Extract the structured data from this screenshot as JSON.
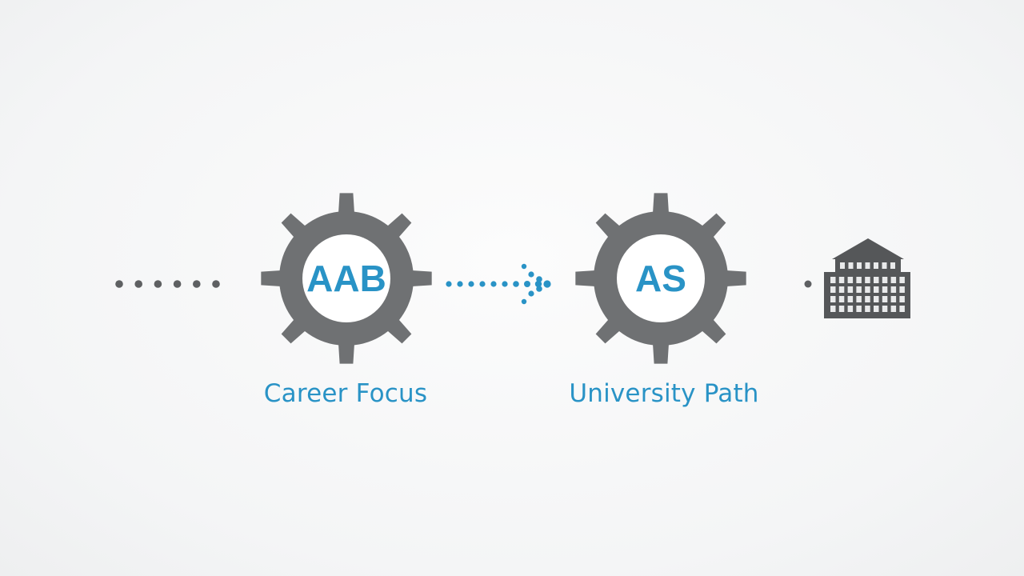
{
  "colors": {
    "gear": "#6f7173",
    "gear_center": "#ffffff",
    "accent": "#2993c6",
    "dots_gray": "#5e6062",
    "dots_blue": "#2993c6",
    "building": "#555759",
    "background": "#f4f5f6"
  },
  "stages": [
    {
      "code": "AAB",
      "label": "Career Focus",
      "icon": "gear-icon"
    },
    {
      "code": "AS",
      "label": "University Path",
      "icon": "gear-icon"
    }
  ],
  "destination": {
    "icon": "university-building-icon"
  },
  "connectors": [
    {
      "name": "leading-dots",
      "color": "gray",
      "count": 6
    },
    {
      "name": "dotted-arrow",
      "color": "blue",
      "icon": "dotted-arrow-icon"
    },
    {
      "name": "trailing-dot",
      "color": "gray",
      "count": 1
    }
  ]
}
